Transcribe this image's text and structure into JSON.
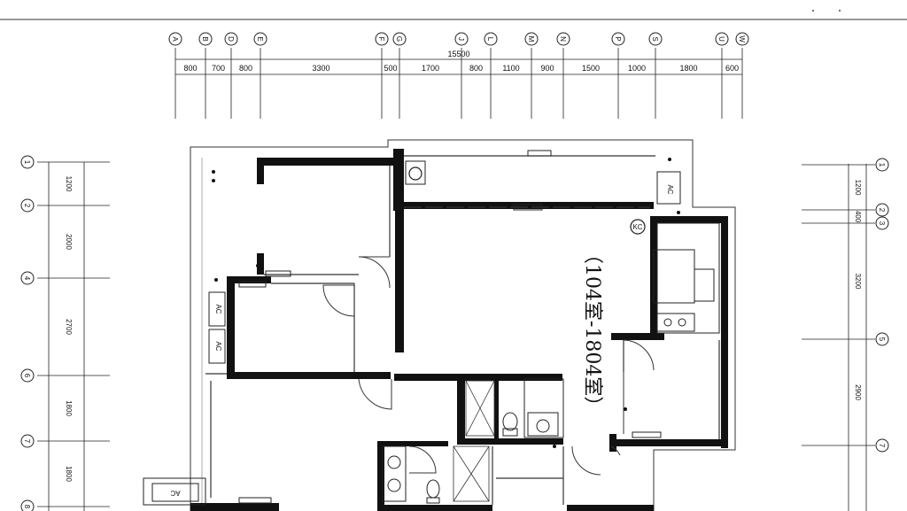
{
  "top_axes": {
    "labels": [
      "A",
      "B",
      "D",
      "E",
      "F",
      "G",
      "J",
      "L",
      "M",
      "N",
      "P",
      "S",
      "U",
      "W"
    ],
    "total": "15500",
    "spans": [
      "800",
      "700",
      "800",
      "3300",
      "500",
      "1700",
      "800",
      "1100",
      "900",
      "1500",
      "1000",
      "1800",
      "600"
    ]
  },
  "left_axes": {
    "labels": [
      "1",
      "2",
      "4",
      "6",
      "7",
      "8"
    ],
    "spans": [
      "1200",
      "2000",
      "2700",
      "1800",
      "1800"
    ]
  },
  "right_axes": {
    "labels": [
      "1",
      "2",
      "3",
      "5",
      "7"
    ],
    "spans": [
      "1200",
      "400",
      "3200",
      "2900"
    ]
  },
  "room_label": "（104室-1804室）",
  "fixtures": {
    "ac_label": "AC",
    "kc_label": "KC"
  }
}
